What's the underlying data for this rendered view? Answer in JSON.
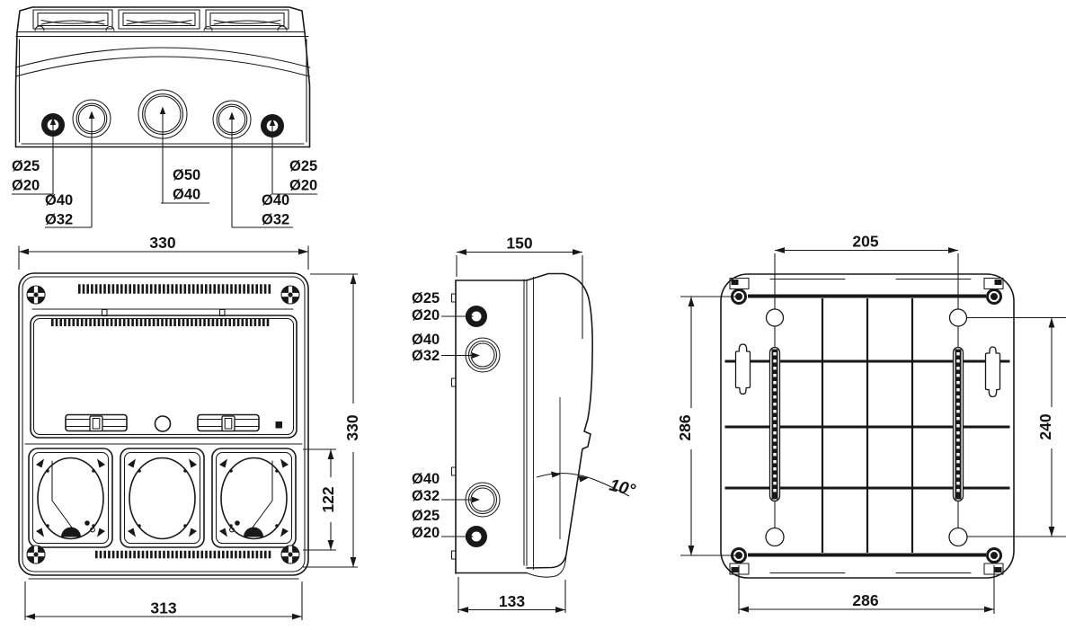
{
  "meta": {
    "description": "Technical dimension drawing of a wall-mounted socket distribution enclosure, four orthographic views",
    "background_color": "#ffffff",
    "line_color": "#181818"
  },
  "top_view": {
    "hole_labels": {
      "left_small": {
        "line1": "Ø25",
        "line2": "Ø20"
      },
      "left_medium": {
        "line1": "Ø40",
        "line2": "Ø32"
      },
      "center_large": {
        "line1": "Ø50",
        "line2": "Ø40"
      },
      "right_medium": {
        "line1": "Ø40",
        "line2": "Ø32"
      },
      "right_small": {
        "line1": "Ø25",
        "line2": "Ø20"
      }
    }
  },
  "front_view": {
    "dim_width_top": "330",
    "dim_height_right": "330",
    "dim_socket_height": "122",
    "dim_width_bottom": "313"
  },
  "side_view": {
    "dim_depth_top": "150",
    "dim_depth_bottom": "133",
    "lid_angle": "10°",
    "hole_labels": {
      "upper_small": {
        "line1": "Ø25",
        "line2": "Ø20"
      },
      "upper_medium": {
        "line1": "Ø40",
        "line2": "Ø32"
      },
      "lower_medium": {
        "line1": "Ø40",
        "line2": "Ø32"
      },
      "lower_small": {
        "line1": "Ø25",
        "line2": "Ø20"
      }
    }
  },
  "back_view": {
    "dim_top_hole_spacing": "205",
    "dim_left_height": "286",
    "dim_right_hole_spacing": "240",
    "dim_bottom_width": "286"
  }
}
